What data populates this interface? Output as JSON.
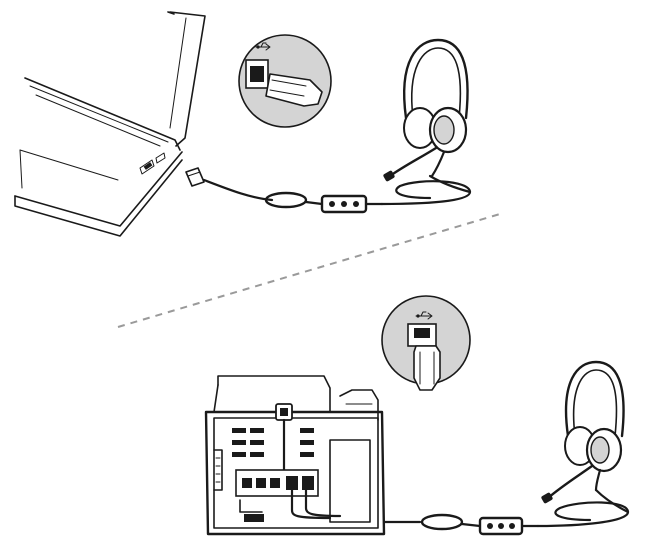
{
  "diagram": {
    "type": "connection-illustration",
    "scenes": [
      {
        "id": "pc",
        "device": "laptop",
        "connector": "usb-type-a",
        "peripheral": "headset"
      },
      {
        "id": "phone",
        "device": "ip-desk-phone",
        "connector": "usb-type-a",
        "peripheral": "headset"
      }
    ],
    "icons": {
      "usb_symbol": "usb-icon",
      "separator": "dashed-divider"
    },
    "colors": {
      "line": "#1a1a1a",
      "callout_fill": "#d4d4d4",
      "divider": "#9a9a9a",
      "background": "#ffffff"
    }
  }
}
